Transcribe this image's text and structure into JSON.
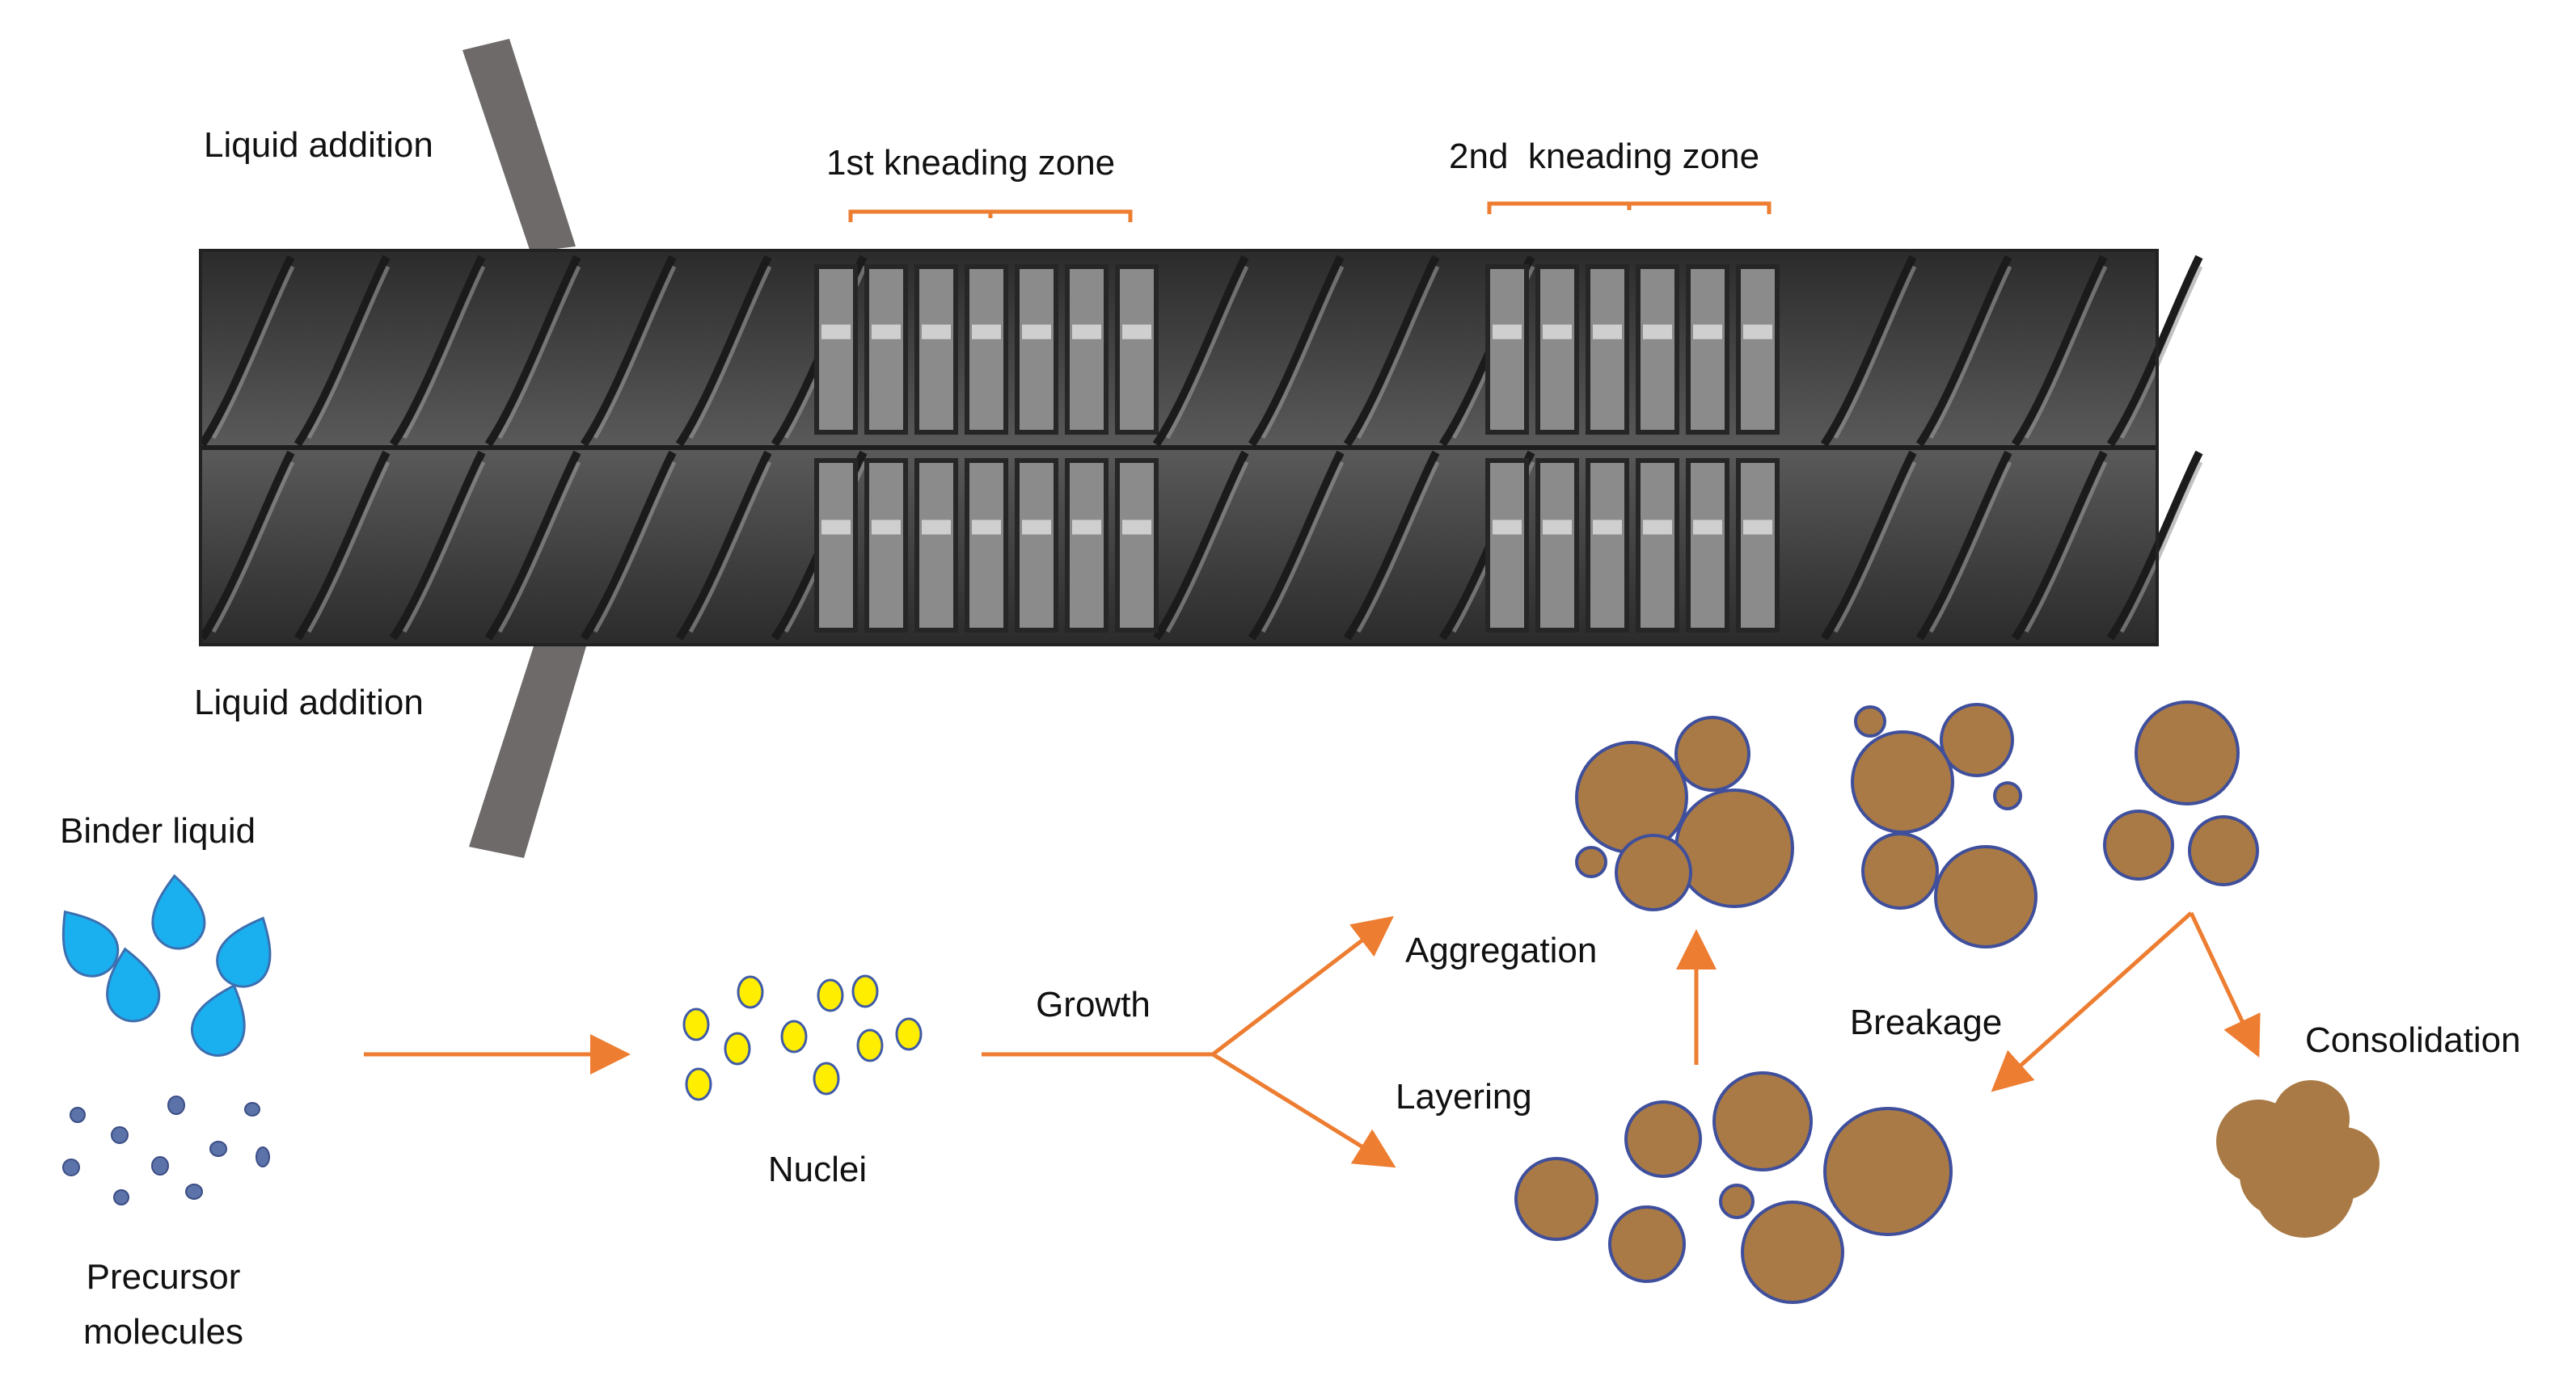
{
  "labels": {
    "liquid_top": "Liquid addition",
    "liquid_bottom": "Liquid addition",
    "kneading1": "1st kneading zone",
    "kneading2": "2nd  kneading zone",
    "binder": "Binder liquid",
    "precursor_line1": "Precursor",
    "precursor_line2": "molecules",
    "nuclei": "Nuclei",
    "growth": "Growth",
    "aggregation": "Aggregation",
    "layering": "Layering",
    "breakage": "Breakage",
    "consolidation": "Consolidation"
  },
  "colors": {
    "arrow": "#ed7d31",
    "droplet": "#1ab0ef",
    "molecule": "#5b73a8",
    "nuclei_fill": "#ffee00",
    "nuclei_stroke": "#3f5aa8",
    "granule_fill": "#a97a45",
    "granule_stroke": "#3f4f9c",
    "tube": "#6d6a69",
    "barrel": "#4a4a4a"
  },
  "icons": {
    "droplet": "droplet-icon",
    "molecule": "molecule-icon",
    "nucleus": "nucleus-icon",
    "granule": "granule-icon"
  }
}
